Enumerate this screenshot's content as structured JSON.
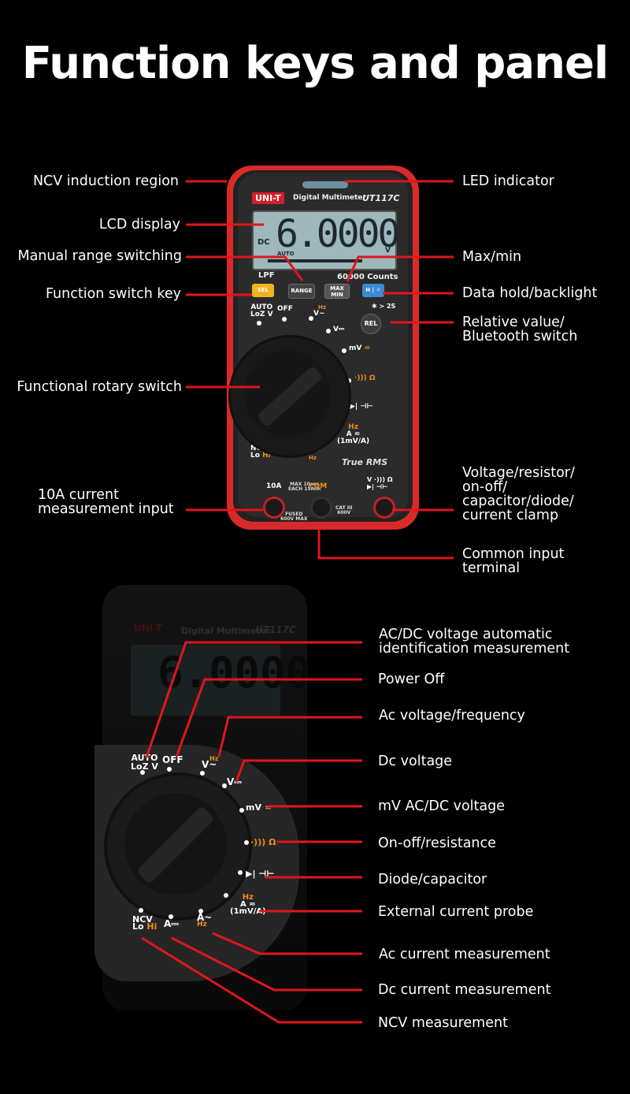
{
  "title": "Function keys and panel",
  "colors": {
    "background": "#000000",
    "leader_line": "#e0161b",
    "body_red": "#d92a2a",
    "accent_orange": "#f08a1c",
    "sel_yellow": "#f1b320",
    "hold_blue": "#3a8ad7",
    "lcd": "#9eb7bb"
  },
  "meter": {
    "brand": "UNI-T",
    "product": "Digital Multimeter",
    "model": "UT117C",
    "lcd": {
      "reading": "6.0000",
      "mode": "DC",
      "unit": "V",
      "bar_label": "AUTO"
    },
    "lpf_label": "LPF",
    "counts_label": "60000 Counts",
    "buttons": {
      "sel": "SEL",
      "range": "RANGE",
      "max": "MAX",
      "min": "MIN",
      "hold": "H | ☼",
      "rel": "REL"
    },
    "bluetooth_hint": "✱ > 2S",
    "dial": {
      "auto_loz": [
        "AUTO",
        "LoZ V"
      ],
      "off": "OFF",
      "v_ac": "V~",
      "v_ac_hz": "Hz",
      "v_dc": "V⎓",
      "mv": "mV",
      "mv_sym": "≂",
      "ohm": "·))) Ω",
      "diode": "▶| ⊣⊢",
      "clamp": [
        "Hz",
        "A ≂",
        "(1mV/A)"
      ],
      "a_ac": "A~",
      "a_ac_hz": "Hz",
      "a_dc": "A⎓",
      "ncv": [
        "NCV",
        "Lo",
        "Hi"
      ]
    },
    "true_rms": "True RMS",
    "terminals": {
      "a10": "10A",
      "a10_note": [
        "MAX 10sec",
        "EACH 15min"
      ],
      "com": "COM",
      "fused": [
        "FUSED",
        "600V MAX"
      ],
      "cat": [
        "CAT III",
        "600V"
      ],
      "v_sym": [
        "V ·))) Ω",
        "▶| ⊣⊢"
      ]
    }
  },
  "callouts_top_left": [
    {
      "text": "NCV induction region"
    },
    {
      "text": "LCD display"
    },
    {
      "text": "Manual range switching"
    },
    {
      "text": "Function switch key"
    },
    {
      "text": "Functional rotary switch"
    },
    {
      "lines": [
        "10A current",
        "measurement input"
      ]
    }
  ],
  "callouts_top_right": [
    {
      "text": "LED indicator"
    },
    {
      "text": "Max/min"
    },
    {
      "text": "Data hold/backlight"
    },
    {
      "lines": [
        "Relative value/",
        "Bluetooth switch"
      ]
    },
    {
      "lines": [
        "Voltage/resistor/",
        "on-off/",
        "capacitor/diode/",
        "current clamp"
      ]
    },
    {
      "lines": [
        "Common input",
        "terminal"
      ]
    }
  ],
  "callouts_bottom": [
    {
      "lines": [
        "AC/DC voltage automatic",
        "identification measurement"
      ]
    },
    {
      "text": "Power Off"
    },
    {
      "text": "Ac voltage/frequency"
    },
    {
      "text": "Dc voltage"
    },
    {
      "text": "mV AC/DC voltage"
    },
    {
      "text": "On-off/resistance"
    },
    {
      "text": "Diode/capacitor"
    },
    {
      "text": "External current probe"
    },
    {
      "text": "Ac current measurement"
    },
    {
      "text": "Dc current measurement"
    },
    {
      "text": "NCV measurement"
    }
  ]
}
